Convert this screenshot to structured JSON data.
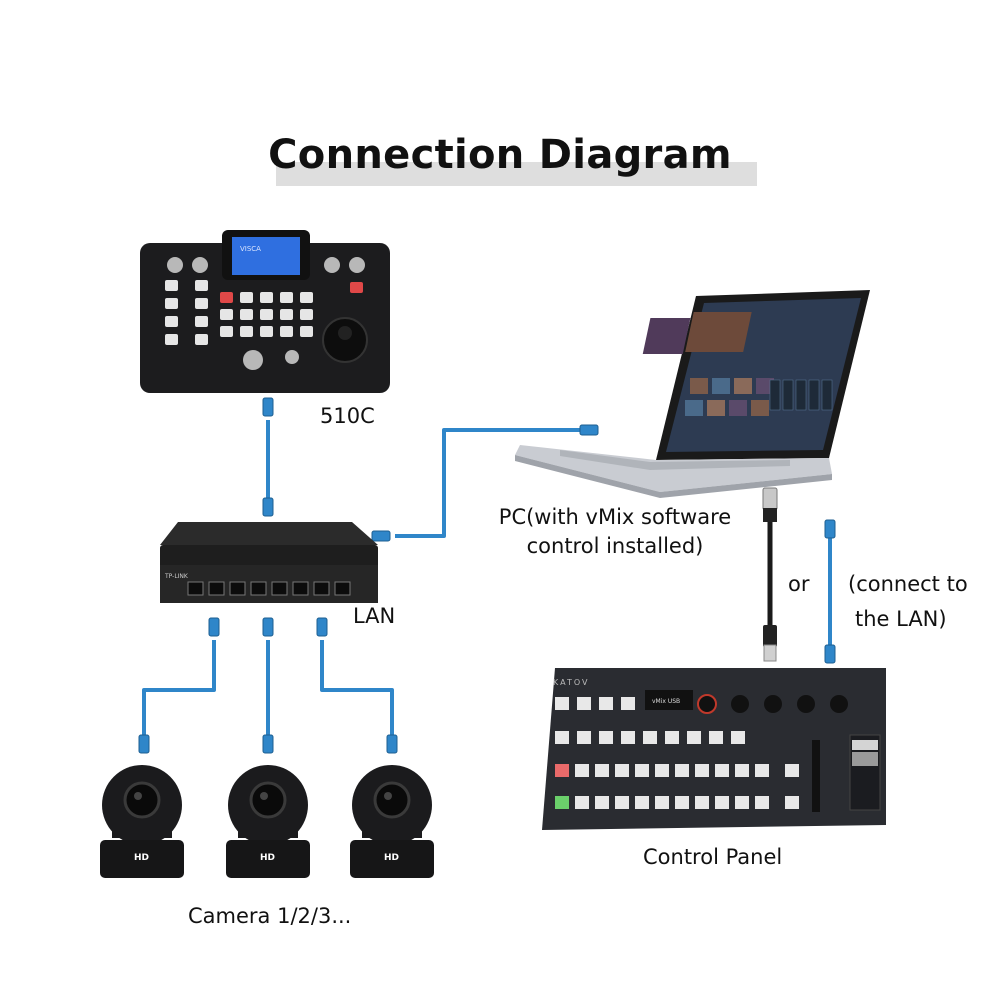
{
  "title": "Connection Diagram",
  "devices": {
    "controller": {
      "label": "510C",
      "screen_text": "VISCA"
    },
    "switch": {
      "label": "LAN",
      "brand": "TP-LINK"
    },
    "pc": {
      "label_line1": "PC(with vMix software",
      "label_line2": "control installed)"
    },
    "control_panel": {
      "label": "Control Panel",
      "brand": "KATOV",
      "screen_text": "vMix USB"
    },
    "cameras": {
      "label": "Camera 1/2/3...",
      "badge": "HD"
    }
  },
  "connectors": {
    "or_text": "or",
    "lan_note_line1": "(connect to",
    "lan_note_line2": "the LAN)"
  },
  "colors": {
    "cable": "#2f86c9",
    "device_dark": "#1c1c1e",
    "panel": "#2a2c31"
  }
}
